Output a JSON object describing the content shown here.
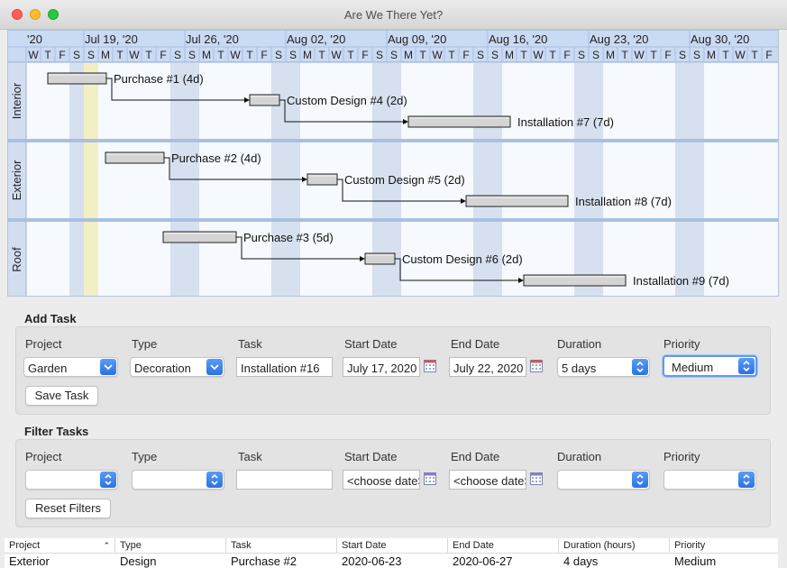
{
  "window": {
    "title": "Are We There Yet?"
  },
  "gantt": {
    "week_labels": [
      "'20",
      "Jul 19, '20",
      "Jul 26, '20",
      "Aug 02, '20",
      "Aug 09, '20",
      "Aug 16, '20",
      "Aug 23, '20",
      "Aug 30, '20"
    ],
    "day_letters": [
      "W",
      "T",
      "F",
      "S",
      "S",
      "M",
      "T",
      "W",
      "T",
      "F",
      "S",
      "S",
      "M",
      "T",
      "W",
      "T",
      "F",
      "S",
      "S",
      "M",
      "T",
      "W",
      "T",
      "F",
      "S",
      "S",
      "M",
      "T",
      "W",
      "T",
      "F",
      "S",
      "S",
      "M",
      "T",
      "W",
      "T",
      "F",
      "S",
      "S",
      "M",
      "T",
      "W",
      "T",
      "F",
      "S",
      "S",
      "M",
      "T",
      "W",
      "T",
      "F"
    ],
    "projects": [
      {
        "name": "Interior",
        "tasks": [
          {
            "label": "Purchase #1 (4d)",
            "start": "2020-07-17",
            "days": 4
          },
          {
            "label": "Custom Design #4 (2d)",
            "start": "2020-07-31",
            "days": 2
          },
          {
            "label": "Installation #7 (7d)",
            "start": "2020-08-11",
            "days": 7
          }
        ]
      },
      {
        "name": "Exterior",
        "tasks": [
          {
            "label": "Purchase #2 (4d)",
            "start": "2020-07-21",
            "days": 4
          },
          {
            "label": "Custom Design #5 (2d)",
            "start": "2020-08-04",
            "days": 2
          },
          {
            "label": "Installation #8 (7d)",
            "start": "2020-08-15",
            "days": 7
          }
        ]
      },
      {
        "name": "Roof",
        "tasks": [
          {
            "label": "Purchase #3 (5d)",
            "start": "2020-07-25",
            "days": 5
          },
          {
            "label": "Custom Design #6 (2d)",
            "start": "2020-08-08",
            "days": 2
          },
          {
            "label": "Installation #9 (7d)",
            "start": "2020-08-19",
            "days": 7
          }
        ]
      }
    ]
  },
  "add_task": {
    "title": "Add Task",
    "labels": {
      "project": "Project",
      "type": "Type",
      "task": "Task",
      "start": "Start Date",
      "end": "End Date",
      "duration": "Duration",
      "priority": "Priority"
    },
    "values": {
      "project": "Garden",
      "type": "Decoration",
      "task": "Installation #16",
      "start": "July 17, 2020",
      "end": "July 22, 2020",
      "duration": "5 days",
      "priority": "Medium"
    },
    "save_label": "Save Task"
  },
  "filter_tasks": {
    "title": "Filter Tasks",
    "labels": {
      "project": "Project",
      "type": "Type",
      "task": "Task",
      "start": "Start Date",
      "end": "End Date",
      "duration": "Duration",
      "priority": "Priority"
    },
    "values": {
      "start": "<choose date>",
      "end": "<choose date>"
    },
    "reset_label": "Reset Filters"
  },
  "table": {
    "columns": [
      "Project",
      "Type",
      "Task",
      "Start Date",
      "End Date",
      "Duration (hours)",
      "Priority"
    ],
    "rows": [
      [
        "Exterior",
        "Design",
        "Purchase #2",
        "2020-06-23",
        "2020-06-27",
        "4 days",
        "Medium"
      ]
    ]
  },
  "colors": {
    "weekend_band": "#d6e0ef",
    "today_band": "#f3efc4",
    "bar_fill": "#d4d4d4",
    "accent": "#2b71e6"
  }
}
